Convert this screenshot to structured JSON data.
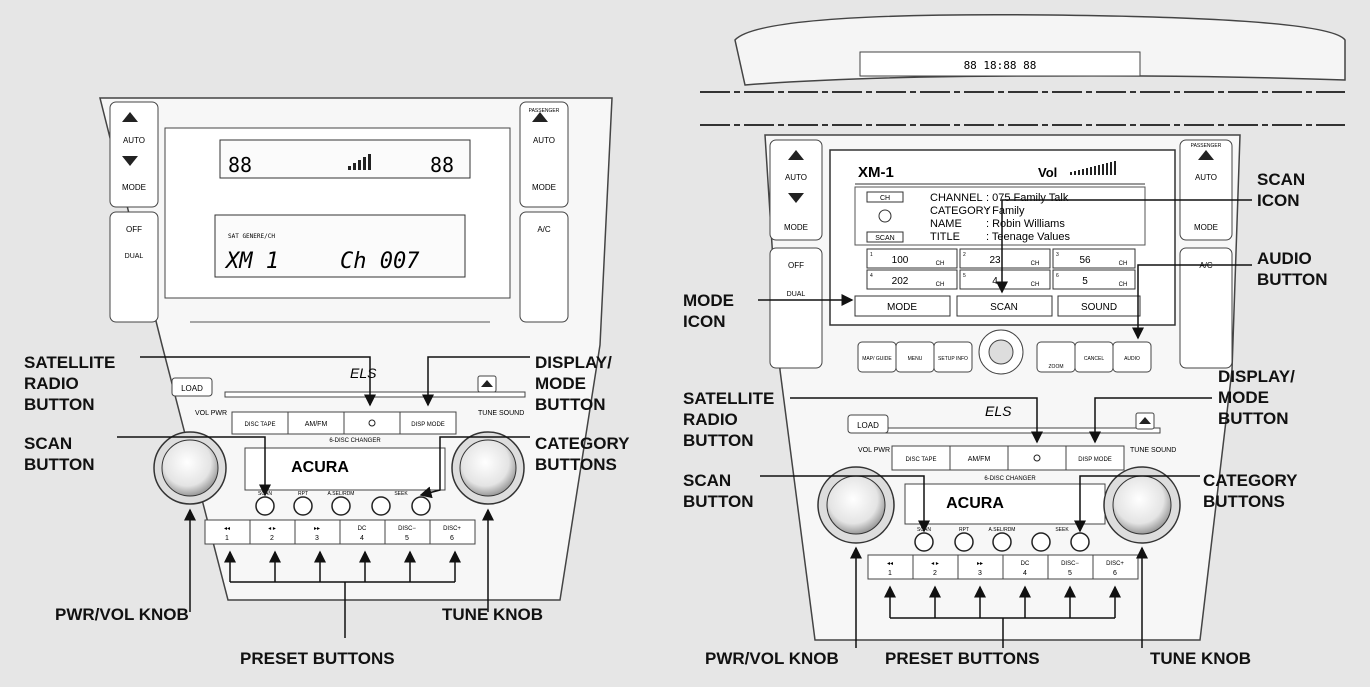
{
  "left_unit": {
    "lcd_top_left": "88",
    "lcd_top_right": "88",
    "lcd_small": "SAT GENERE/CH",
    "display_source": "XM 1",
    "display_channel": "Ch 007",
    "brand": "ACURA",
    "els_logo": "ELS",
    "six_disc": "6-DISC CHANGER",
    "left_climate": [
      "AUTO",
      "MODE",
      "OFF",
      "DUAL"
    ],
    "right_climate": [
      "PASSENGER",
      "AUTO",
      "MODE",
      "A/C"
    ],
    "top_buttons": [
      "DISC TAPE",
      "AM/FM",
      "DISP MODE"
    ],
    "middle_buttons": [
      "SCAN",
      "RPT",
      "A.SEL/RDM",
      "SEEK"
    ],
    "preset_labels": [
      "1",
      "2",
      "3",
      "4",
      "5",
      "6"
    ],
    "preset_symbols": [
      "◂◂",
      "◂ ▸",
      "▸▸",
      "DC",
      "DISC−",
      "DISC+"
    ],
    "load": "LOAD",
    "vol_pwr": "VOL PWR",
    "tune_sound": "TUNE SOUND"
  },
  "right_unit": {
    "top_display": "88 18:88 88",
    "screen_title": "XM-1",
    "screen_vol": "Vol",
    "screen_icons": [
      "CH",
      "SCAN"
    ],
    "info_labels": [
      "CHANNEL",
      "CATEGORY",
      "NAME",
      "TITLE"
    ],
    "info_values": [
      ": 075 Family Talk",
      ": Family",
      ": Robin Williams",
      ": Teenage Values"
    ],
    "presets": [
      {
        "num": "1",
        "ch": "100"
      },
      {
        "num": "2",
        "ch": "23"
      },
      {
        "num": "3",
        "ch": "56"
      },
      {
        "num": "4",
        "ch": "202"
      },
      {
        "num": "5",
        "ch": "4"
      },
      {
        "num": "6",
        "ch": "5"
      }
    ],
    "ch_unit": "CH",
    "bottom_icons": [
      "MODE",
      "SCAN",
      "SOUND"
    ],
    "nav_buttons": [
      "MAP/ GUIDE",
      "MENU",
      "SETUP INFO",
      "ZOOM",
      "CANCEL",
      "AUDIO"
    ],
    "top_buttons": [
      "DISC TAPE",
      "AM/FM",
      "DISP MODE"
    ],
    "middle_buttons": [
      "SCAN",
      "RPT",
      "A.SEL/RDM",
      "SEEK"
    ],
    "preset_labels": [
      "1",
      "2",
      "3",
      "4",
      "5",
      "6"
    ],
    "preset_symbols": [
      "◂◂",
      "◂ ▸",
      "▸▸",
      "DC",
      "DISC−",
      "DISC+"
    ],
    "left_climate": [
      "AUTO",
      "MODE",
      "OFF",
      "DUAL"
    ],
    "right_climate": [
      "PASSENGER",
      "AUTO",
      "MODE",
      "A/C"
    ],
    "brand": "ACURA",
    "els_logo": "ELS",
    "six_disc": "6-DISC CHANGER",
    "load": "LOAD",
    "vol_pwr": "VOL PWR",
    "tune_sound": "TUNE SOUND"
  },
  "callouts_left": {
    "satellite": "SATELLITE\nRADIO\nBUTTON",
    "display_mode": "DISPLAY/\nMODE\nBUTTON",
    "scan": "SCAN\nBUTTON",
    "category": "CATEGORY\nBUTTONS",
    "pwr_vol": "PWR/VOL KNOB",
    "tune": "TUNE KNOB",
    "preset": "PRESET BUTTONS"
  },
  "callouts_right": {
    "scan_icon": "SCAN\nICON",
    "audio": "AUDIO\nBUTTON",
    "mode_icon": "MODE\nICON",
    "display_mode": "DISPLAY/\nMODE\nBUTTON",
    "satellite": "SATELLITE\nRADIO\nBUTTON",
    "scan": "SCAN\nBUTTON",
    "category": "CATEGORY\nBUTTONS",
    "pwr_vol": "PWR/VOL KNOB",
    "preset": "PRESET BUTTONS",
    "tune": "TUNE KNOB"
  }
}
